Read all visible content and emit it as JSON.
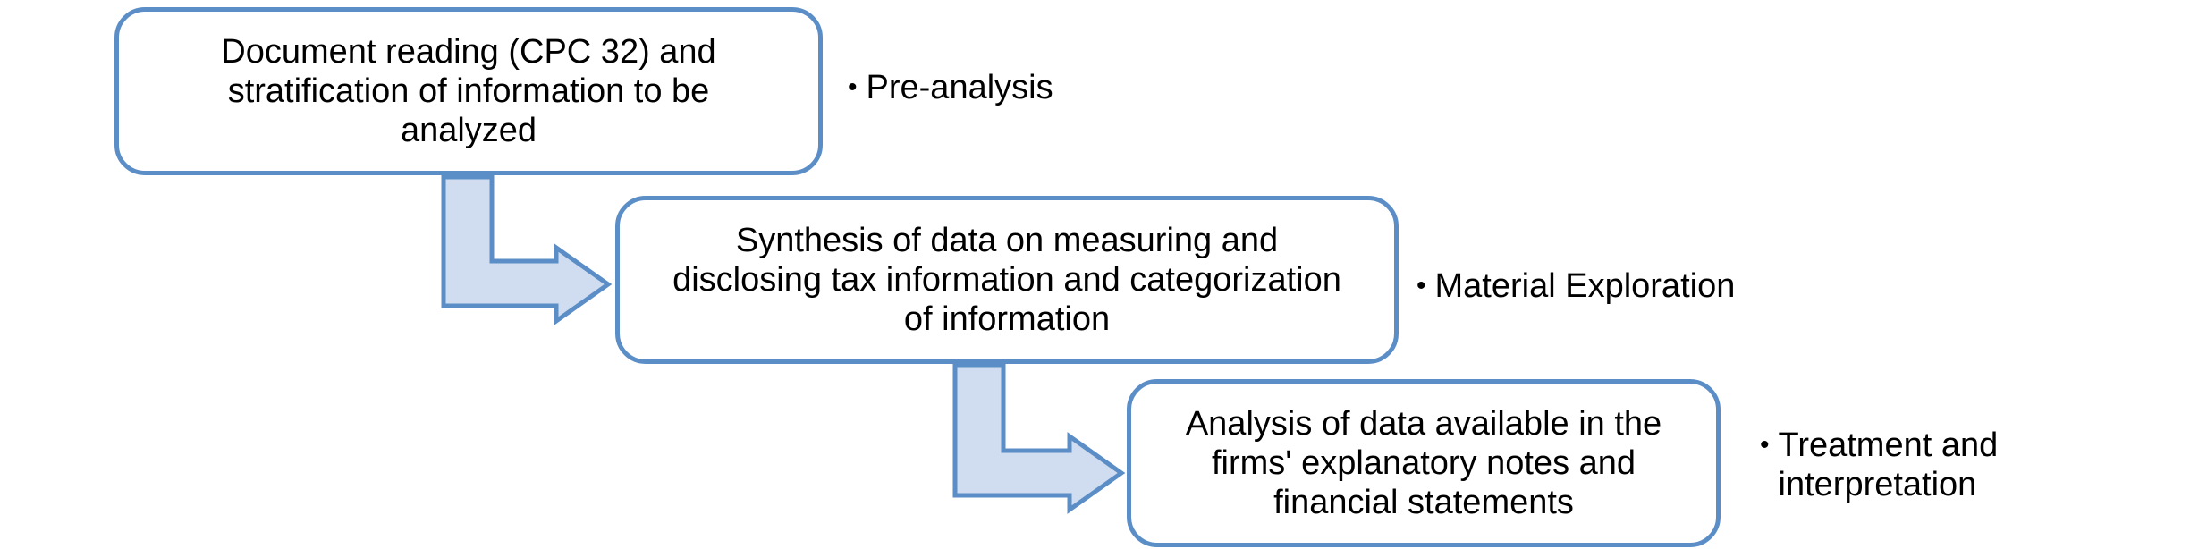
{
  "colors": {
    "box_border": "#5b8ec7",
    "arrow_fill": "#d0dcef",
    "arrow_stroke": "#5b8ec7"
  },
  "steps": [
    {
      "text": "Document reading (CPC 32) and\nstratification of information to be\nanalyzed",
      "phase": "Pre-analysis"
    },
    {
      "text": "Synthesis of data on measuring and\ndisclosing tax information and categorization\nof information",
      "phase": "Material Exploration"
    },
    {
      "text": "Analysis of data available in the\nfirms' explanatory notes and\nfinancial statements",
      "phase": "Treatment and\ninterpretation"
    }
  ],
  "phase_bullet": "•"
}
